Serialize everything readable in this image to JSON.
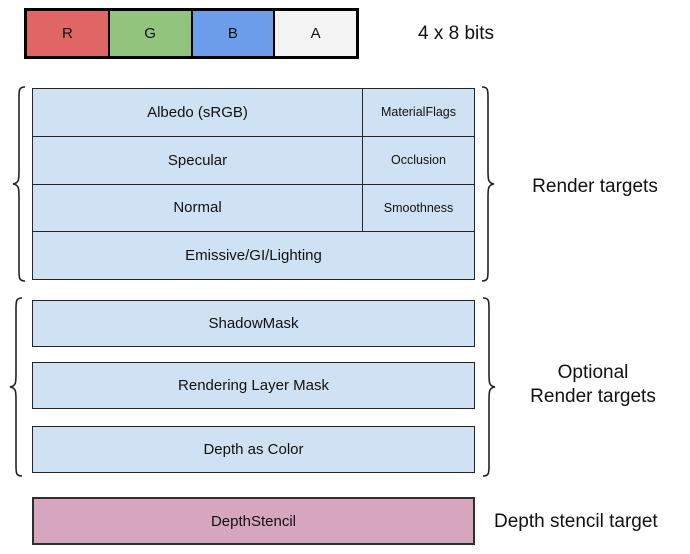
{
  "colors": {
    "red": "#e06666",
    "green": "#93c47d",
    "blue": "#6d9eeb",
    "alpha": "#f3f3f3",
    "render_target": "#cfe2f3",
    "depth_stencil": "#d5a6bd"
  },
  "format_bar": {
    "cells": [
      {
        "label": "R",
        "color": "#e06666"
      },
      {
        "label": "G",
        "color": "#93c47d"
      },
      {
        "label": "B",
        "color": "#6d9eeb"
      },
      {
        "label": "A",
        "color": "#f3f3f3"
      }
    ],
    "caption": "4 x 8 bits"
  },
  "render_targets": {
    "label": "Render targets",
    "rows": [
      {
        "main": "Albedo (sRGB)",
        "aux": "MaterialFlags"
      },
      {
        "main": "Specular",
        "aux": "Occlusion"
      },
      {
        "main": "Normal",
        "aux": "Smoothness"
      },
      {
        "main": "Emissive/GI/Lighting"
      }
    ]
  },
  "optional_targets": {
    "label_line1": "Optional",
    "label_line2": "Render targets",
    "rows": [
      {
        "label": "ShadowMask"
      },
      {
        "label": "Rendering Layer Mask"
      },
      {
        "label": "Depth as Color"
      }
    ]
  },
  "depth_stencil": {
    "cell": "DepthStencil",
    "label": "Depth stencil target"
  }
}
